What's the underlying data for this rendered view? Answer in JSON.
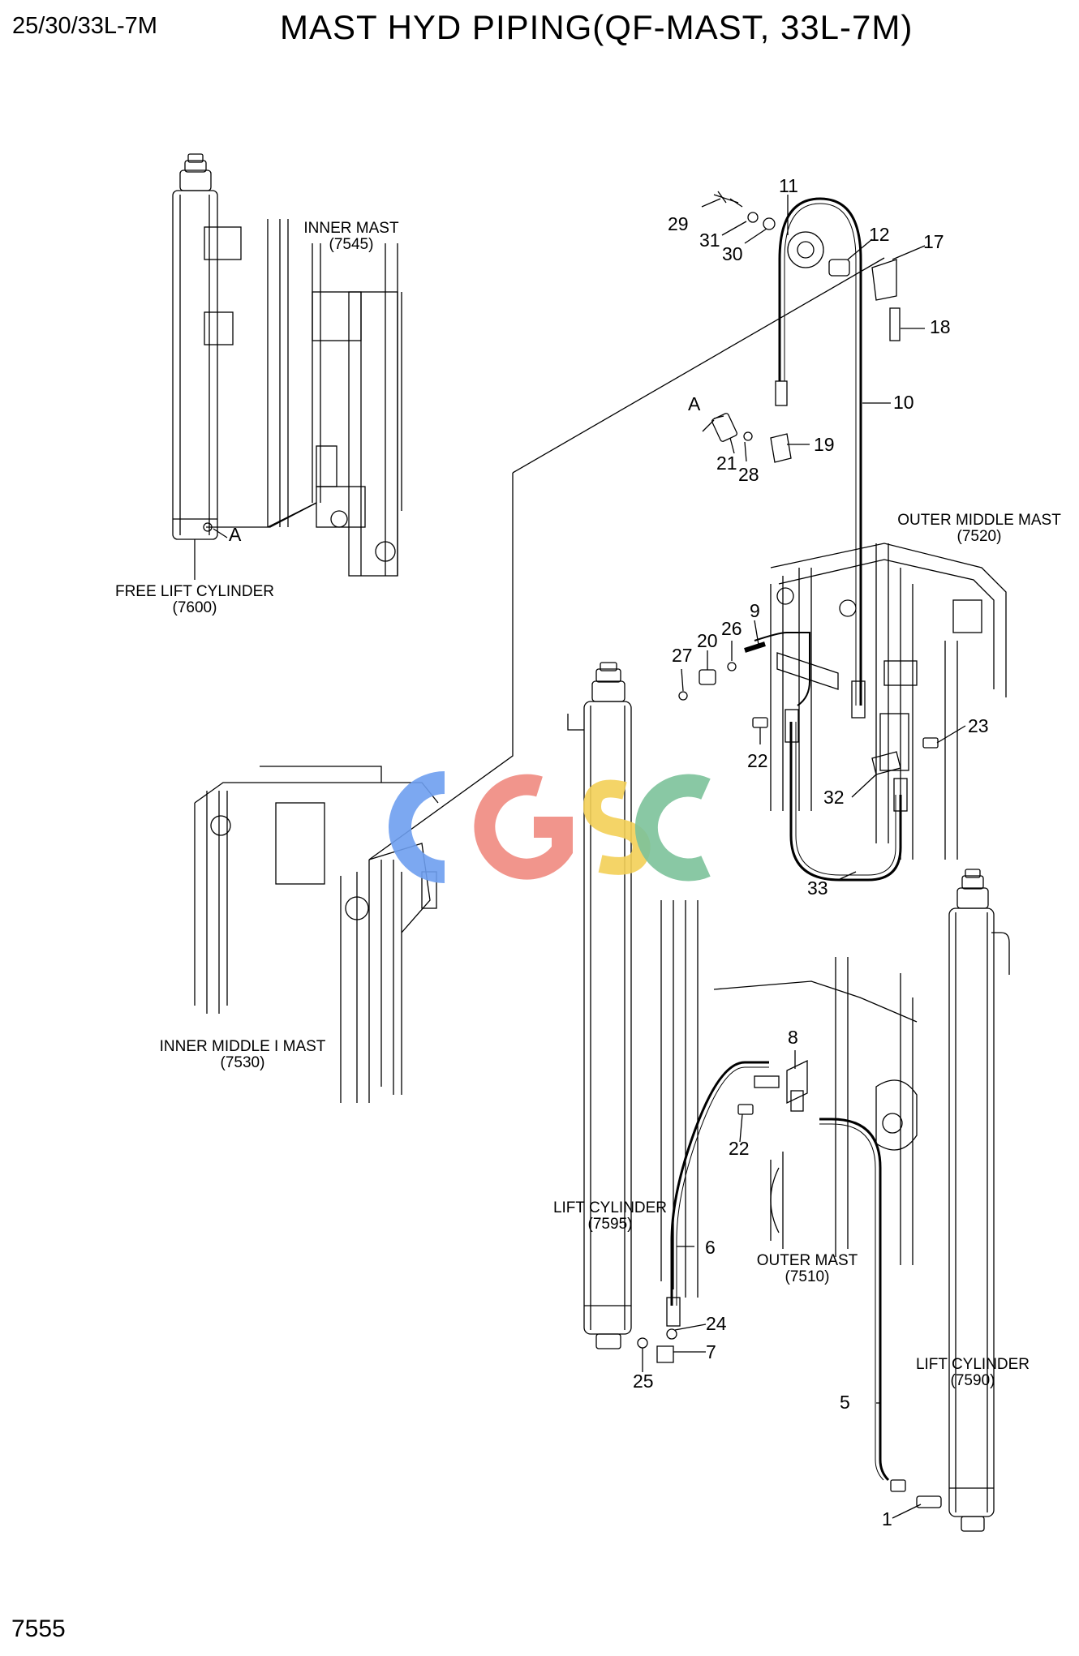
{
  "header": {
    "model": "25/30/33L-7M",
    "title": "MAST HYD PIPING(QF-MAST, 33L-7M)"
  },
  "footer": {
    "page_number": "7555"
  },
  "watermark": {
    "text": "CGSC",
    "colors": [
      "#6e9ef0",
      "#ef8a80",
      "#f3cf57",
      "#7cc29a"
    ]
  },
  "assemblies": [
    {
      "name": "INNER MAST",
      "ref": "(7545)"
    },
    {
      "name": "FREE LIFT CYLINDER",
      "ref": "(7600)"
    },
    {
      "name": "OUTER MIDDLE MAST",
      "ref": "(7520)"
    },
    {
      "name": "INNER MIDDLE I MAST",
      "ref": "(7530)"
    },
    {
      "name": "LIFT CYLINDER",
      "ref": "(7595)"
    },
    {
      "name": "OUTER MAST",
      "ref": "(7510)"
    },
    {
      "name": "LIFT CYLINDER",
      "ref": "(7590)"
    }
  ],
  "callouts": [
    "11",
    "29",
    "31",
    "30",
    "12",
    "17",
    "18",
    "A",
    "10",
    "19",
    "21",
    "28",
    "26",
    "9",
    "20",
    "27",
    "22",
    "23",
    "32",
    "33",
    "8",
    "22",
    "6",
    "24",
    "7",
    "25",
    "5",
    "1",
    "A"
  ]
}
